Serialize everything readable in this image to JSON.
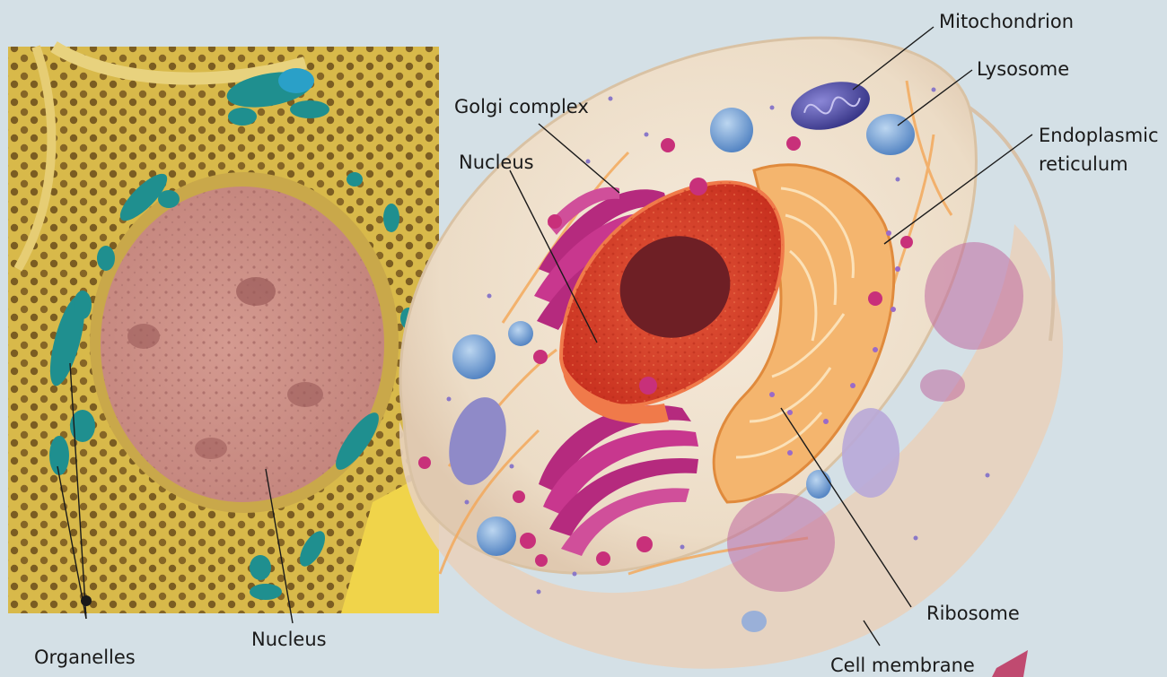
{
  "labels": {
    "mitochondrion": "Mitochondrion",
    "lysosome": "Lysosome",
    "golgi_complex": "Golgi complex",
    "endoplasmic_line1": "Endoplasmic",
    "endoplasmic_line2": "reticulum",
    "nucleus_right": "Nucleus",
    "ribosome": "Ribosome",
    "cell_membrane": "Cell membrane",
    "organelles": "Organelles",
    "nucleus_left": "Nucleus"
  },
  "colors": {
    "background": "#d4e0e6",
    "micrograph_cytoplasm": "#d8b94a",
    "micrograph_nucleus": "#c9968e",
    "organelle_teal": "#1f8f8f",
    "cell_body": "#efe2d0",
    "nucleus_red": "#d7412c",
    "nucleolus": "#6e1f25",
    "golgi_magenta": "#b52a7e",
    "er_orange": "#f3b070",
    "mitochondrion_blue": "#4a4aa0",
    "lysosome_blue": "#6fa8d8"
  }
}
